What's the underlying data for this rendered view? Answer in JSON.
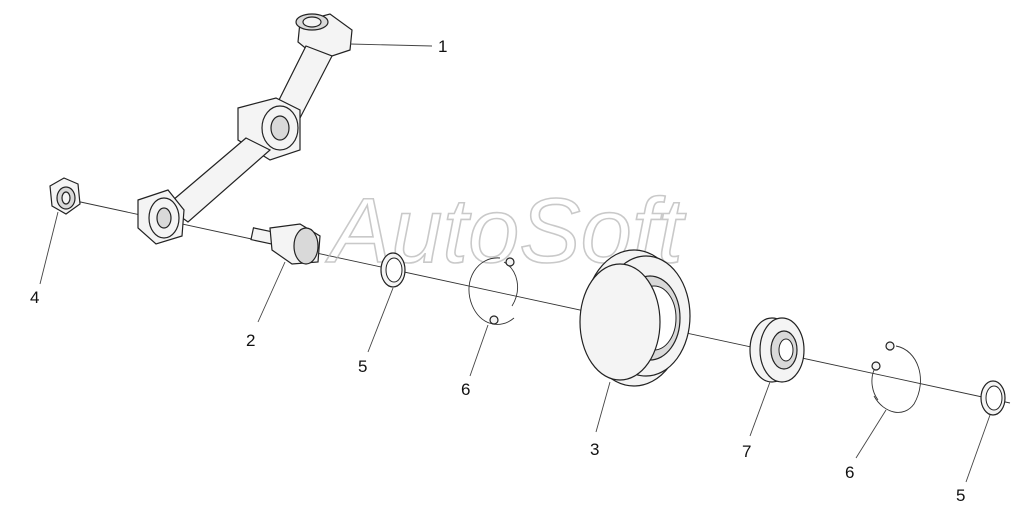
{
  "watermark": "AutoSoft",
  "callouts": [
    {
      "id": "arm",
      "text": "1"
    },
    {
      "id": "pin",
      "text": "2"
    },
    {
      "id": "seal",
      "text": "3"
    },
    {
      "id": "nut",
      "text": "4"
    },
    {
      "id": "ring-left",
      "text": "5"
    },
    {
      "id": "circlip-left",
      "text": "6"
    },
    {
      "id": "bearing",
      "text": "7"
    },
    {
      "id": "circlip-right",
      "text": "6"
    },
    {
      "id": "ring-right",
      "text": "5"
    }
  ]
}
